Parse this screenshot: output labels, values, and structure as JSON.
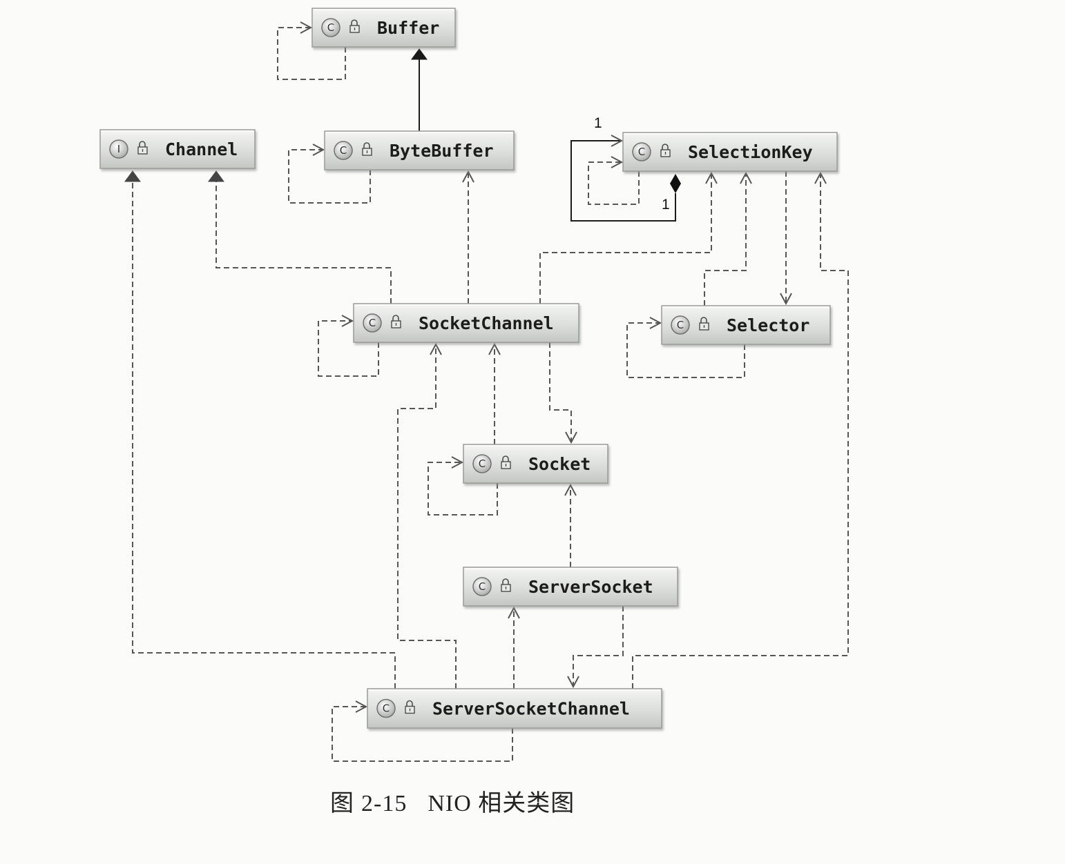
{
  "diagram": {
    "caption": {
      "figure": "图",
      "number": "2-15",
      "title": "NIO 相关类图"
    },
    "nodes": [
      {
        "id": "buffer",
        "label": "Buffer",
        "kind": "class"
      },
      {
        "id": "channel",
        "label": "Channel",
        "kind": "interface"
      },
      {
        "id": "bytebuffer",
        "label": "ByteBuffer",
        "kind": "class"
      },
      {
        "id": "selectionkey",
        "label": "SelectionKey",
        "kind": "class"
      },
      {
        "id": "socketchannel",
        "label": "SocketChannel",
        "kind": "class"
      },
      {
        "id": "selector",
        "label": "Selector",
        "kind": "class"
      },
      {
        "id": "socket",
        "label": "Socket",
        "kind": "class"
      },
      {
        "id": "serversocket",
        "label": "ServerSocket",
        "kind": "class"
      },
      {
        "id": "serversocketchannel",
        "label": "ServerSocketChannel",
        "kind": "class"
      }
    ],
    "stereotypes": {
      "class": "C",
      "interface": "I"
    },
    "edges": [
      {
        "id": "buffer-self",
        "from": "buffer",
        "to": "buffer",
        "type": "dependency"
      },
      {
        "id": "bytebuffer-buffer",
        "from": "bytebuffer",
        "to": "buffer",
        "type": "generalization"
      },
      {
        "id": "bytebuffer-self",
        "from": "bytebuffer",
        "to": "bytebuffer",
        "type": "dependency"
      },
      {
        "id": "selectionkey-self-assoc",
        "from": "selectionkey",
        "to": "selectionkey",
        "type": "composition",
        "multiplicity_source": "1",
        "multiplicity_target": "1"
      },
      {
        "id": "selectionkey-self",
        "from": "selectionkey",
        "to": "selectionkey",
        "type": "dependency"
      },
      {
        "id": "socketchannel-channel",
        "from": "socketchannel",
        "to": "channel",
        "type": "realization"
      },
      {
        "id": "socketchannel-bytebuffer",
        "from": "socketchannel",
        "to": "bytebuffer",
        "type": "dependency"
      },
      {
        "id": "socketchannel-selectionkey",
        "from": "socketchannel",
        "to": "selectionkey",
        "type": "dependency"
      },
      {
        "id": "socketchannel-self",
        "from": "socketchannel",
        "to": "socketchannel",
        "type": "dependency"
      },
      {
        "id": "socketchannel-socket",
        "from": "socketchannel",
        "to": "socket",
        "type": "dependency"
      },
      {
        "id": "selector-selectionkey",
        "from": "selector",
        "to": "selectionkey",
        "type": "dependency"
      },
      {
        "id": "selectionkey-selector",
        "from": "selectionkey",
        "to": "selector",
        "type": "dependency"
      },
      {
        "id": "selector-self",
        "from": "selector",
        "to": "selector",
        "type": "dependency"
      },
      {
        "id": "socket-socketchannel",
        "from": "socket",
        "to": "socketchannel",
        "type": "dependency"
      },
      {
        "id": "socket-self",
        "from": "socket",
        "to": "socket",
        "type": "dependency"
      },
      {
        "id": "serversocket-socket",
        "from": "serversocket",
        "to": "socket",
        "type": "dependency"
      },
      {
        "id": "serversocket-serversocketchannel",
        "from": "serversocket",
        "to": "serversocketchannel",
        "type": "dependency"
      },
      {
        "id": "serversocketchannel-channel",
        "from": "serversocketchannel",
        "to": "channel",
        "type": "realization"
      },
      {
        "id": "serversocketchannel-socketchannel",
        "from": "serversocketchannel",
        "to": "socketchannel",
        "type": "dependency"
      },
      {
        "id": "serversocketchannel-serversocket",
        "from": "serversocketchannel",
        "to": "serversocket",
        "type": "dependency"
      },
      {
        "id": "serversocketchannel-selectionkey",
        "from": "serversocketchannel",
        "to": "selectionkey",
        "type": "dependency"
      },
      {
        "id": "serversocketchannel-self",
        "from": "serversocketchannel",
        "to": "serversocketchannel",
        "type": "dependency"
      }
    ]
  }
}
